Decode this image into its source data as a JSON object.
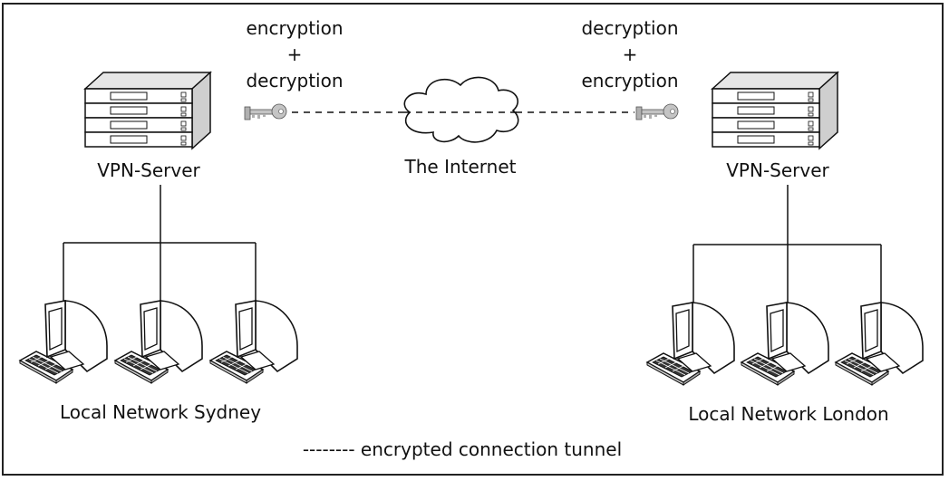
{
  "left": {
    "top_text": "encryption",
    "plus": "+",
    "bottom_text": "decryption",
    "server_label": "VPN-Server",
    "network_label": "Local Network Sydney"
  },
  "right": {
    "top_text": "decryption",
    "plus": "+",
    "bottom_text": "encryption",
    "server_label": "VPN-Server",
    "network_label": "Local Network London"
  },
  "internet_label": "The Internet",
  "legend_label": "-------- encrypted connection tunnel",
  "icons": [
    "server-icon",
    "key-icon",
    "cloud-icon",
    "computer-icon"
  ],
  "colors": {
    "stroke": "#111111",
    "fill": "#ffffff",
    "shade": "#dcdcdc",
    "key": "#b0b0b0"
  }
}
